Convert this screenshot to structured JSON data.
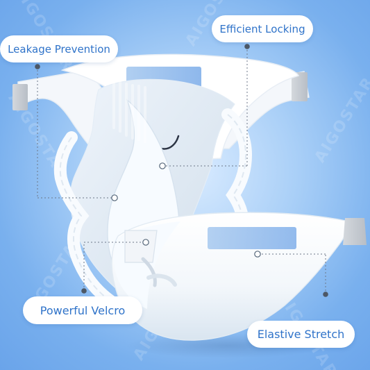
{
  "watermark_text": "AIGOSTAR",
  "labels": {
    "leakage_prevention": "Leakage Prevention",
    "efficient_locking": "Efficient Locking",
    "powerful_velcro": "Powerful Velcro",
    "elastive_stretch": "Elastive Stretch"
  },
  "colors": {
    "background": "#8fc0f3",
    "label_text": "#2f73c9",
    "label_bg": "#ffffff",
    "callout_dot": "#4d5866"
  }
}
